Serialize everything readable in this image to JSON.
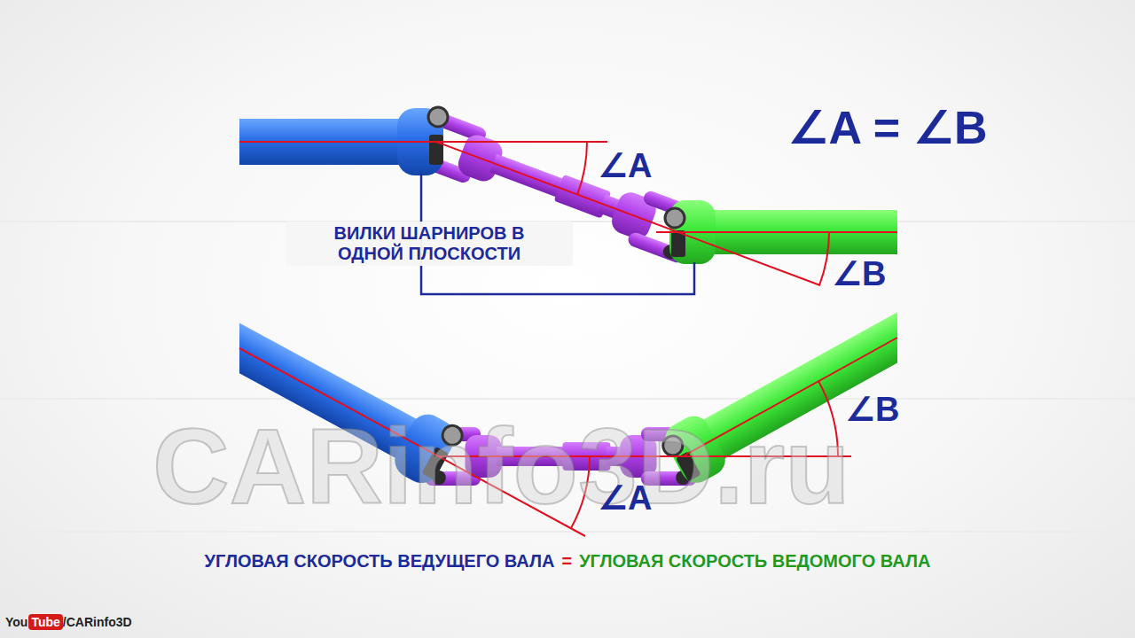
{
  "diagram": {
    "labels": [
      "∠A = ∠B",
      "∠A",
      "ВИЛКИ ШАРНИРОВ В ОДНОЙ ПЛОСКОСТИ",
      "∠B",
      "CARinfo3D.ru",
      "∠B",
      "∠A",
      "УГЛОВАЯ СКОРОСТЬ ВЕДУЩЕГО ВАЛА",
      "=",
      "УГЛОВАЯ СКОРОСТЬ ВЕДОМОГО ВАЛА",
      "You",
      "Tube",
      "/CARinfo3D"
    ]
  }
}
